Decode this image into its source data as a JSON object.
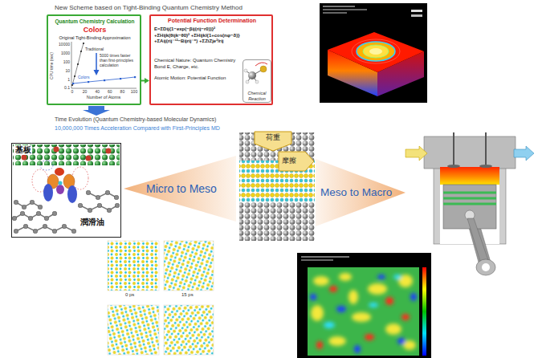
{
  "diagram": {
    "title": "New Scheme based on Tight-Binding Quantum Chemistry Method",
    "nodes": [
      {
        "text": [
          "Quantum Chemistry Calculation",
          "Colors",
          "Original Tight-Binding Approximation"
        ]
      },
      {
        "text": [
          "Potential Function Determination",
          "E=ΣDij{1−exp(−βij(rij−r0))}² +ΣHijk(θijk−θ0)² +ΣHijkl{1+cos(nφ−δ)} +ΣAij(rij⁻¹²−Bijrij⁻⁶) +ΣZiZje²/rij",
          "Chemical Nature: Quantum Chemistry Bond E, Charge, etc.",
          "Atomic Motion: Potential Function"
        ]
      },
      {
        "text": [
          "Chemical Reaction"
        ],
        "in": 1
      },
      {
        "text": [
          "基板",
          "潤滑油"
        ]
      },
      {
        "text": [
          "Micro to Meso"
        ]
      },
      {
        "text": [
          "荷重"
        ]
      },
      {
        "text": [
          "摩擦"
        ]
      },
      {
        "text": [
          "Meso to Macro"
        ]
      }
    ],
    "edges": [
      {
        "from": 0,
        "to": 1,
        "arrow": "to"
      }
    ],
    "labels": [
      "Traditional",
      "5000 times faster than first-principles calculation",
      "Colors",
      "10000",
      "1000",
      "100",
      "10",
      "1",
      "0.1",
      "0",
      "20",
      "40",
      "60",
      "80",
      "100",
      "Number of Atoms",
      "CPU time (sec)",
      "Time Evolution (Quantum Chemistry-based Molecular Dynamics)",
      "10,000,000 Times Acceleration Compared with First-Principles MD",
      "0 ps",
      "15 ps"
    ]
  }
}
